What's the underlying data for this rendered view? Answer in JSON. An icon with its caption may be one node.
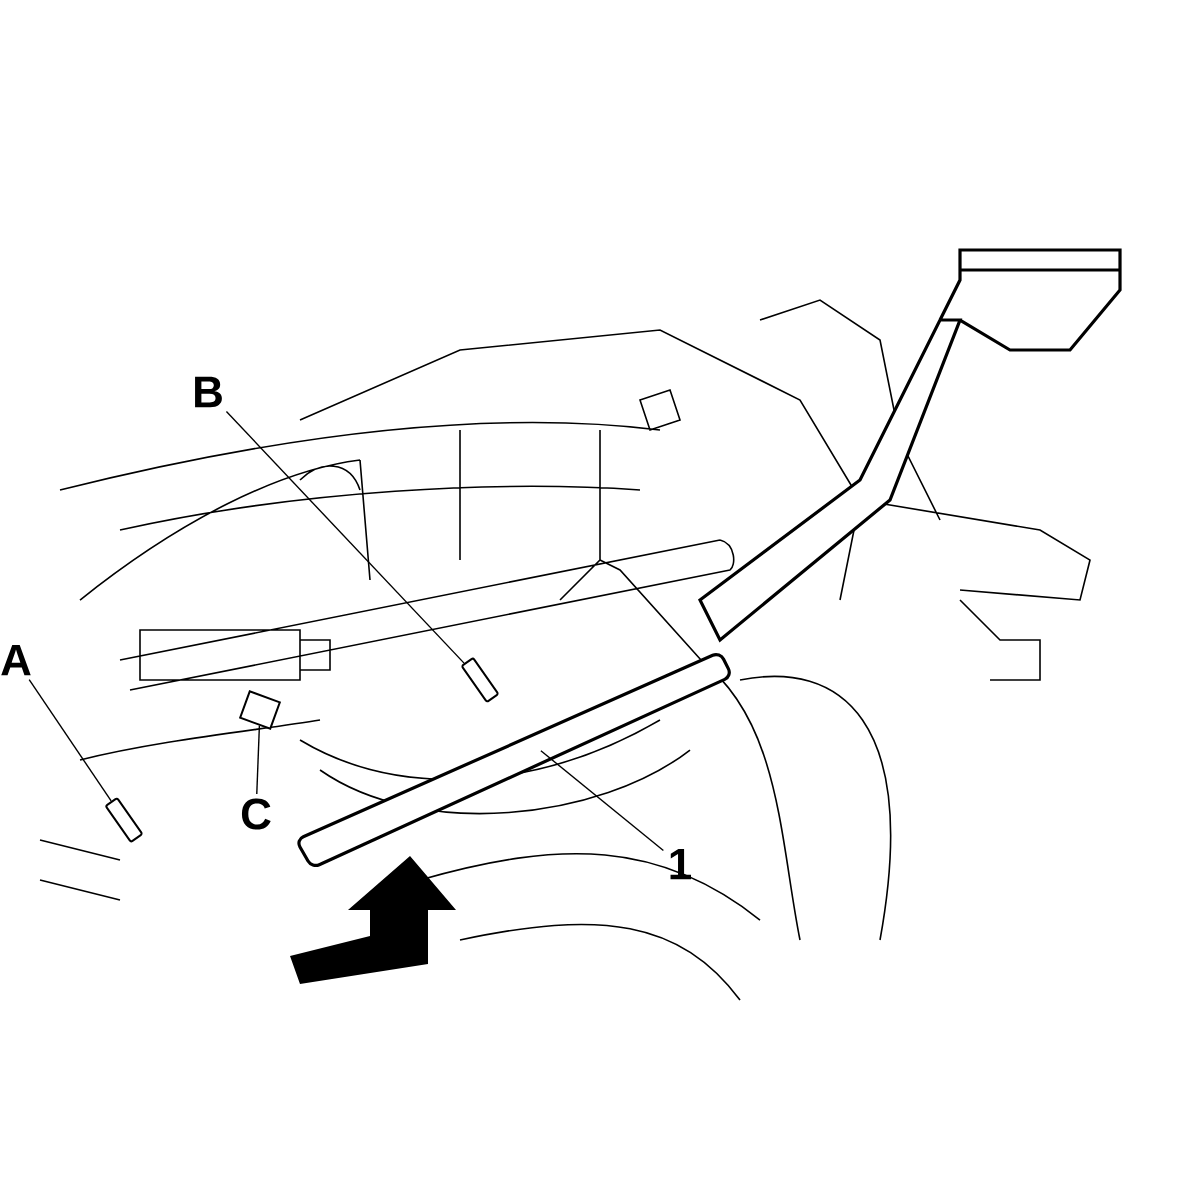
{
  "diagram": {
    "nodes": [
      {
        "text": [
          "B"
        ]
      },
      {
        "text": [],
        "shape": "bolt"
      },
      {
        "text": [
          "A"
        ]
      },
      {
        "text": [],
        "shape": "bolt"
      },
      {
        "text": [
          "C"
        ]
      },
      {
        "text": [],
        "shape": "bracket"
      },
      {
        "text": [
          "1"
        ]
      },
      {
        "text": [],
        "shape": "rack"
      }
    ],
    "edges": [
      {
        "from": 0,
        "to": 1,
        "arrow": "none"
      },
      {
        "from": 2,
        "to": 3,
        "arrow": "none"
      },
      {
        "from": 4,
        "to": 5,
        "arrow": "none"
      },
      {
        "from": 6,
        "to": 7,
        "arrow": "none"
      }
    ]
  }
}
